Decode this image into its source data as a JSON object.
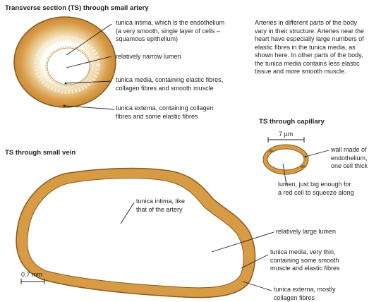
{
  "artery": {
    "heading": "Transverse section (TS) through small artery",
    "labels": {
      "intima": "tunica intima, which is the endothelium\n(a very smooth, single layer of cells –\nsquamous epithelium)",
      "lumen": "relatively narrow lumen",
      "media": "tunica media, containing elastic fibres,\ncollagen fibres and smooth muscle",
      "externa": "tunica externa, containing collagen\nfibres and some elastic fibres"
    },
    "note": "Arteries in different parts of the body\nvary in their structure. Arteries near the\nheart have especially large numbers of\nelastic fibres in the tunica media, as\nshown here. In other parts of the body,\nthe tunica media contains less elastic\ntissue and more smooth muscle."
  },
  "capillary": {
    "heading": "TS through capillary",
    "scale": "7 µm",
    "labels": {
      "wall": "wall made of\nendothelium,\none cell thick",
      "lumen": "lumen, just big enough for\na red cell to squeeze along"
    }
  },
  "vein": {
    "heading": "TS through small vein",
    "scale": "0.7 mm",
    "labels": {
      "intima": "tunica intima, like\nthat of the artery",
      "lumen": "relatively large lumen",
      "media": "tunica media, very thin,\ncontaining some smooth\nmuscle and elastic fibres",
      "externa": "tunica externa, mostly\ncollagen fibres"
    }
  },
  "colors": {
    "externa": "#d79a45",
    "externa_edge": "#8a5a1e",
    "media_light": "#f3e0bf",
    "lumen": "#ffffff",
    "leader": "#231f20"
  }
}
